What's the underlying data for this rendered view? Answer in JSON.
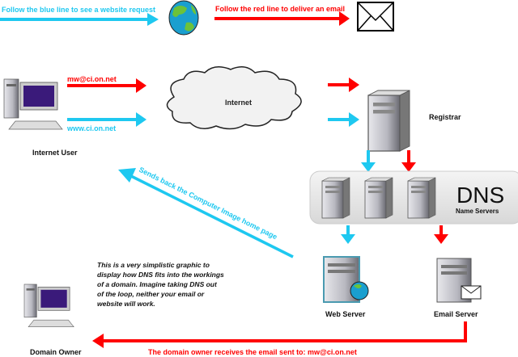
{
  "colors": {
    "blue": "#1ec8f0",
    "red": "#ff0000"
  },
  "legend": {
    "blue_text": "Follow the blue line to see a website request",
    "red_text": "Follow the red line to deliver an email",
    "globe_icon": "globe-icon",
    "envelope_icon": "envelope-icon"
  },
  "internet_user": {
    "label": "Internet User",
    "email_text": "mw@ci.on.net",
    "website_text": "www.ci.on.net"
  },
  "internet": {
    "label": "Internet"
  },
  "registrar": {
    "label": "Registrar"
  },
  "dns": {
    "title": "DNS",
    "subtitle": "Name Servers"
  },
  "return_arrow": {
    "text": "Sends back the Computer Image home page"
  },
  "note": {
    "lines": [
      "This is a very simplistic graphic to",
      "display how DNS fits into the workings",
      "of a domain. Imagine taking DNS out",
      "of the loop, neither your email or",
      "website will work."
    ]
  },
  "web_server": {
    "label": "Web Server"
  },
  "email_server": {
    "label": "Email Server"
  },
  "domain_owner": {
    "label": "Domain Owner",
    "receive_text": "The domain owner receives the email sent to: mw@ci.on.net"
  }
}
